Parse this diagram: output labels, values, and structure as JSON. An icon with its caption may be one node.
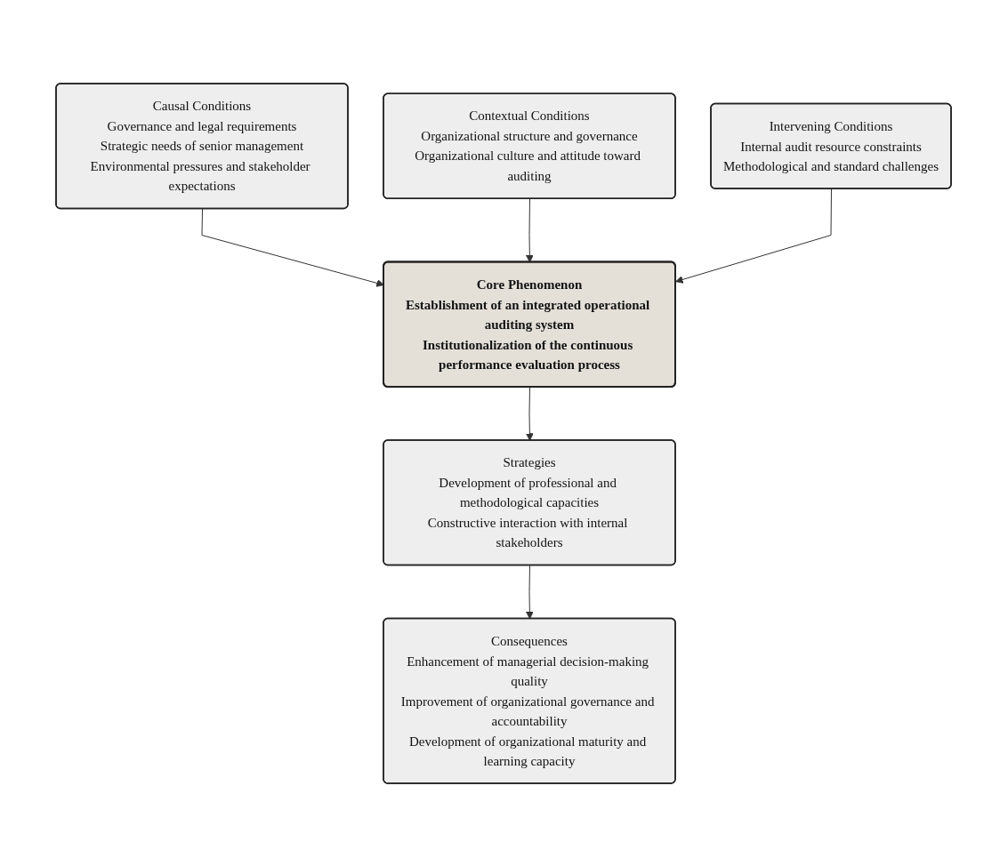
{
  "diagram": {
    "nodes": [
      {
        "text": [
          "Causal Conditions",
          "Governance and legal requirements",
          "Strategic needs of senior management",
          "Environmental pressures and stakeholder expectations"
        ]
      },
      {
        "text": [
          "Contextual Conditions",
          "Organizational structure and governance",
          "Organizational culture and attitude toward auditing"
        ]
      },
      {
        "text": [
          "Intervening Conditions",
          "Internal audit resource constraints",
          "Methodological and standard challenges"
        ]
      },
      {
        "text": [
          "Core Phenomenon",
          "Establishment of an integrated operational auditing system",
          "Institutionalization of the continuous performance evaluation process"
        ]
      },
      {
        "text": [
          "Strategies",
          "Development of professional and methodological capacities",
          "Constructive interaction with internal stakeholders"
        ]
      },
      {
        "text": [
          "Consequences",
          "Enhancement of managerial decision-making quality",
          "Improvement of organizational governance and accountability",
          "Development of organizational maturity and learning capacity"
        ]
      }
    ],
    "edges": [
      {
        "from": 0,
        "to": 3,
        "arrow": "to"
      },
      {
        "from": 1,
        "to": 3,
        "arrow": "to"
      },
      {
        "from": 2,
        "to": 3,
        "arrow": "to"
      },
      {
        "from": 3,
        "to": 4,
        "arrow": "to"
      },
      {
        "from": 4,
        "to": 5,
        "arrow": "to"
      }
    ]
  }
}
